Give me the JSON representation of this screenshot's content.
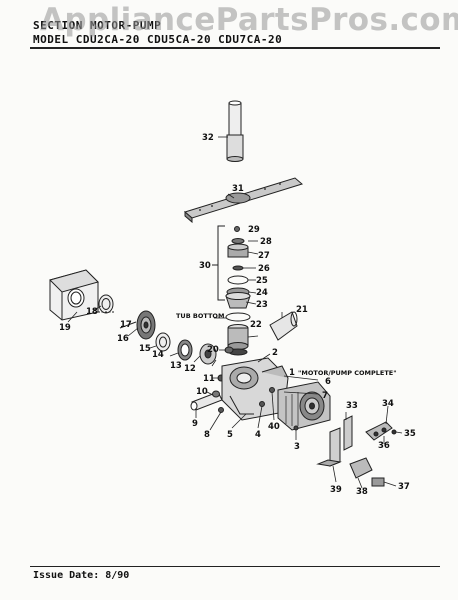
{
  "header": {
    "section_line": "SECTION  MOTOR-PUMP",
    "model_line": "MODEL  CDU2CA-20  CDU5CA-20  CDU7CA-20"
  },
  "watermark": "AppliancePartsPros.com",
  "callouts": {
    "tub_bottom": "TUB BOTTOM",
    "motor_pump_complete": "\"MOTOR/PUMP COMPLETE\""
  },
  "parts": [
    {
      "id": "p2",
      "n": "2"
    },
    {
      "id": "p3",
      "n": "3"
    },
    {
      "id": "p4",
      "n": "4"
    },
    {
      "id": "p5",
      "n": "5"
    },
    {
      "id": "p6",
      "n": "6"
    },
    {
      "id": "p7",
      "n": "7"
    },
    {
      "id": "p8",
      "n": "8"
    },
    {
      "id": "p9",
      "n": "9"
    },
    {
      "id": "p10",
      "n": "10"
    },
    {
      "id": "p11",
      "n": "11"
    },
    {
      "id": "p12",
      "n": "12"
    },
    {
      "id": "p13",
      "n": "13"
    },
    {
      "id": "p14",
      "n": "14"
    },
    {
      "id": "p15",
      "n": "15"
    },
    {
      "id": "p16",
      "n": "16"
    },
    {
      "id": "p17",
      "n": "17"
    },
    {
      "id": "p18",
      "n": "18"
    },
    {
      "id": "p19",
      "n": "19"
    },
    {
      "id": "p20",
      "n": "20"
    },
    {
      "id": "p21",
      "n": "21"
    },
    {
      "id": "p22",
      "n": "22"
    },
    {
      "id": "p23",
      "n": "23"
    },
    {
      "id": "p24",
      "n": "24"
    },
    {
      "id": "p25",
      "n": "25"
    },
    {
      "id": "p26",
      "n": "26"
    },
    {
      "id": "p27",
      "n": "27"
    },
    {
      "id": "p28",
      "n": "28"
    },
    {
      "id": "p29",
      "n": "29"
    },
    {
      "id": "p30",
      "n": "30"
    },
    {
      "id": "p31",
      "n": "31"
    },
    {
      "id": "p32",
      "n": "32"
    },
    {
      "id": "p33",
      "n": "33"
    },
    {
      "id": "p34",
      "n": "34"
    },
    {
      "id": "p35",
      "n": "35"
    },
    {
      "id": "p36",
      "n": "36"
    },
    {
      "id": "p37",
      "n": "37"
    },
    {
      "id": "p38",
      "n": "38"
    },
    {
      "id": "p39",
      "n": "39"
    },
    {
      "id": "p40",
      "n": "40"
    }
  ],
  "part1_number": "1",
  "footer": {
    "issue_date": "Issue Date: 8/90"
  }
}
